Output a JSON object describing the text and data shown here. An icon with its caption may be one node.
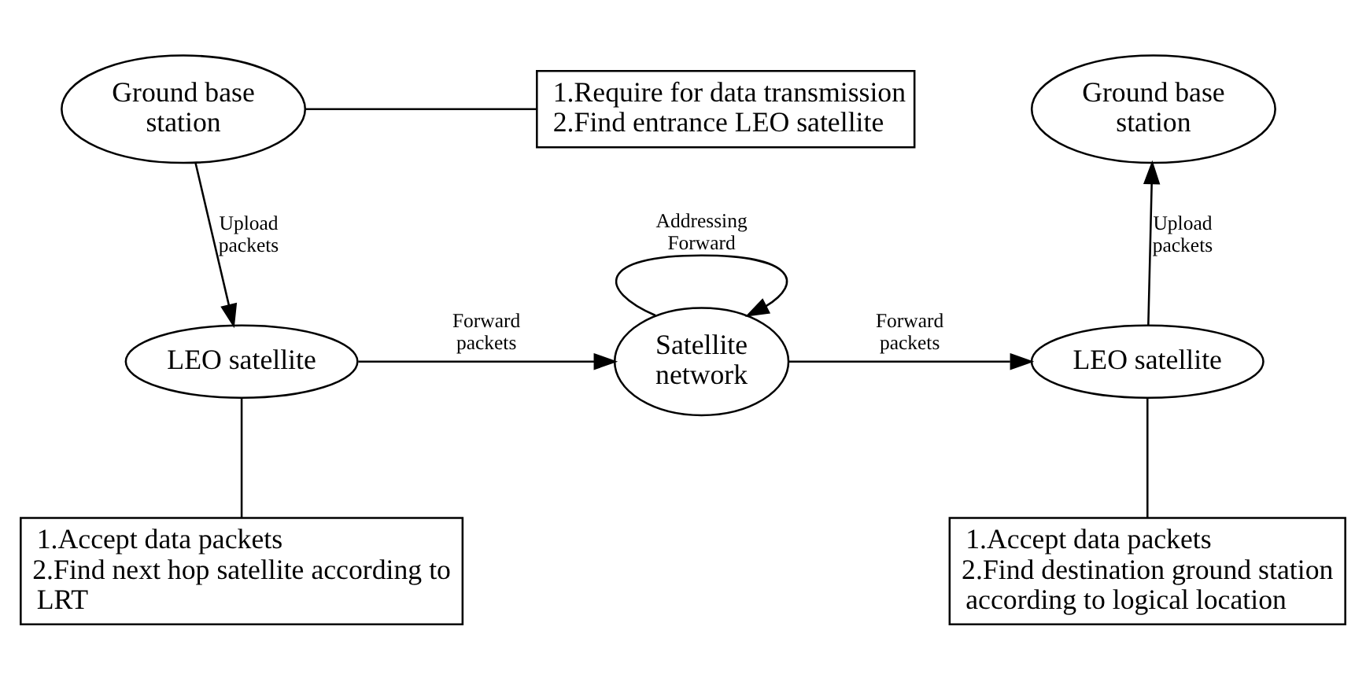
{
  "diagram": {
    "nodes": [
      {
        "text": [
          "Ground base station"
        ]
      },
      {
        "text": [
          "1.Require for data transmission",
          "2.Find entrance LEO satellite"
        ]
      },
      {
        "text": [
          "Ground base station"
        ]
      },
      {
        "text": [
          "LEO satellite"
        ]
      },
      {
        "text": [
          "Satellite network"
        ]
      },
      {
        "text": [
          "LEO satellite"
        ]
      },
      {
        "text": [
          "1.Accept data packets",
          "2.Find next hop satellite according to LRT"
        ]
      },
      {
        "text": [
          "1.Accept data packets",
          "2.Find destination ground station according to logical location"
        ]
      }
    ],
    "edges": [
      {
        "from": 0,
        "to": 1,
        "arrow": "none"
      },
      {
        "from": 0,
        "to": 3,
        "arrow": "to",
        "label": "Upload packets"
      },
      {
        "from": 3,
        "to": 4,
        "arrow": "to",
        "label": "Forward packets"
      },
      {
        "from": 4,
        "to": 4,
        "arrow": "to",
        "label": "Addressing Forward"
      },
      {
        "from": 4,
        "to": 5,
        "arrow": "to",
        "label": "Forward packets"
      },
      {
        "from": 5,
        "to": 2,
        "arrow": "to",
        "label": "Upload packets"
      },
      {
        "from": 3,
        "to": 6,
        "arrow": "none"
      },
      {
        "from": 5,
        "to": 7,
        "arrow": "none"
      }
    ]
  }
}
